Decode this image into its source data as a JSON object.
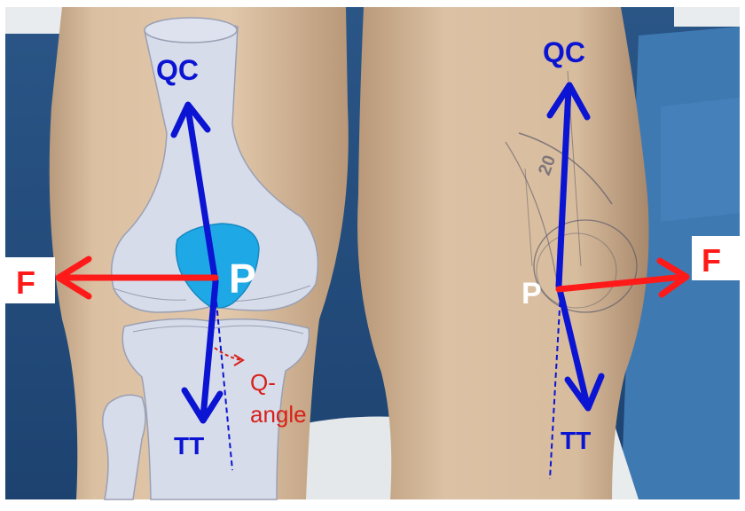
{
  "left_panel": {
    "labels": {
      "qc": "QC",
      "p": "P",
      "f": "F",
      "tt": "TT",
      "q_angle_line1": "Q-",
      "q_angle_line2": "angle"
    }
  },
  "right_panel": {
    "labels": {
      "qc": "QC",
      "p": "P",
      "f": "F",
      "tt": "TT"
    }
  },
  "colors": {
    "force_vector_blue": "#0a14d2",
    "lateral_force_red": "#ff1a1a",
    "annotation_red": "#d8201a",
    "patella_cyan": "#1ea8e6",
    "bone_overlay": "#d9deea",
    "background_blue": "#2e5b8c",
    "skin": "#d8bc9c"
  },
  "icons": {
    "vector_arrowhead": "open-chevron",
    "force_arrowhead": "open-chevron",
    "q_angle_indicator": "dashed-arc-arrow"
  }
}
